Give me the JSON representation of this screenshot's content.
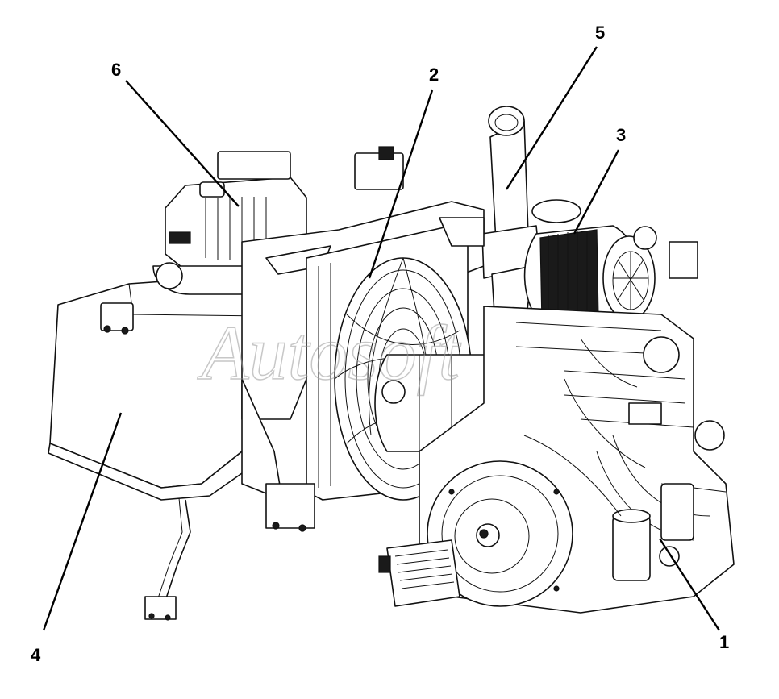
{
  "watermark": "Autosoft",
  "callouts": [
    {
      "id": "1",
      "label": "1"
    },
    {
      "id": "2",
      "label": "2"
    },
    {
      "id": "3",
      "label": "3"
    },
    {
      "id": "4",
      "label": "4"
    },
    {
      "id": "5",
      "label": "5"
    },
    {
      "id": "6",
      "label": "6"
    }
  ]
}
